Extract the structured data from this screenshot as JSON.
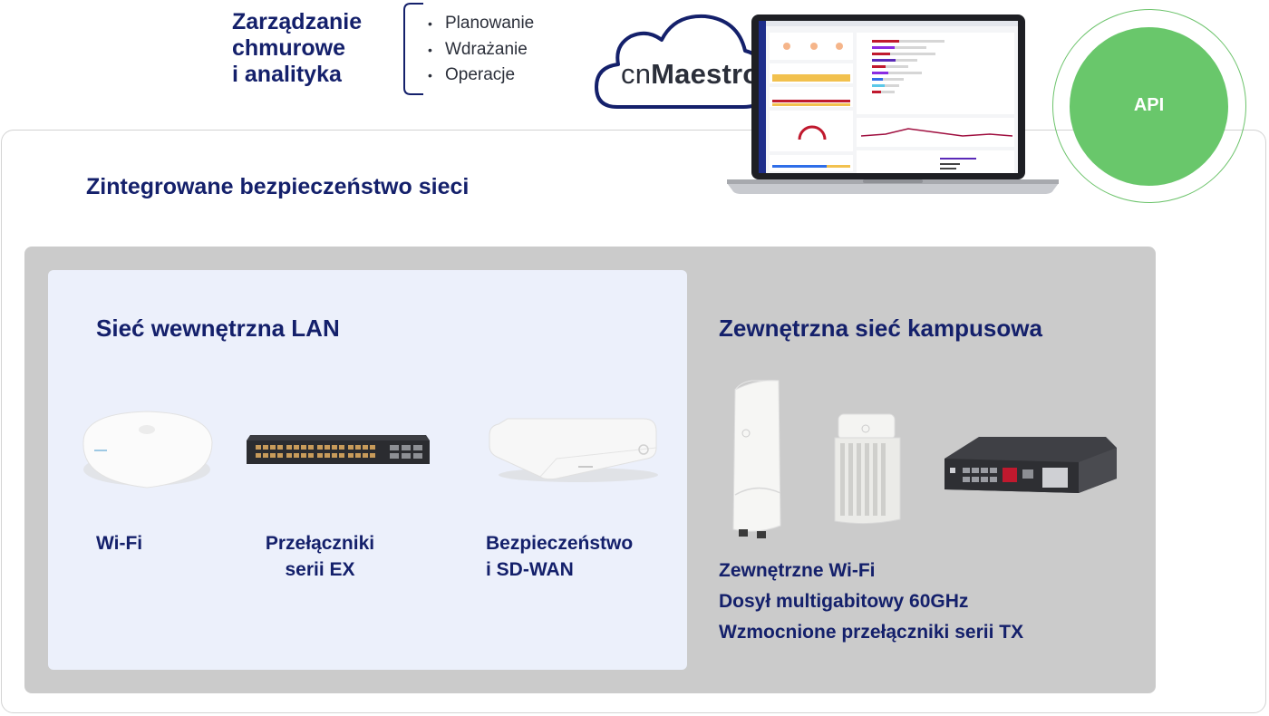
{
  "header": {
    "title_lines": [
      "Zarządzanie",
      "chmurowe",
      "i analityka"
    ],
    "steps": [
      "Planowanie",
      "Wdrażanie",
      "Operacje"
    ],
    "logo_prefix": "cn",
    "logo_suffix": "Maestro"
  },
  "api": {
    "label": "API"
  },
  "security_heading": "Zintegrowane bezpieczeństwo sieci",
  "lan": {
    "heading": "Sieć wewnętrzna LAN",
    "devices": [
      {
        "label_lines": [
          "Wi-Fi"
        ]
      },
      {
        "label_lines": [
          "Przełączniki",
          "serii EX"
        ]
      },
      {
        "label_lines": [
          "Bezpieczeństwo",
          "i SD-WAN"
        ]
      }
    ]
  },
  "campus": {
    "heading": "Zewnętrzna sieć kampusowa",
    "items": [
      "Zewnętrzne Wi-Fi",
      "Dosył multigabitowy 60GHz",
      "Wzmocnione przełączniki serii TX"
    ]
  },
  "colors": {
    "navy": "#14206b",
    "api_green": "#69c76b",
    "grey_panel": "#cbcbcb",
    "lan_panel": "#ecf0fb",
    "cloud_outline": "#14206b"
  },
  "icons": [
    "bracket-icon",
    "cloud-icon",
    "laptop-icon",
    "access-point-icon",
    "switch-icon",
    "router-icon",
    "outdoor-ap-icon",
    "backhaul-radio-icon",
    "rugged-switch-icon"
  ]
}
